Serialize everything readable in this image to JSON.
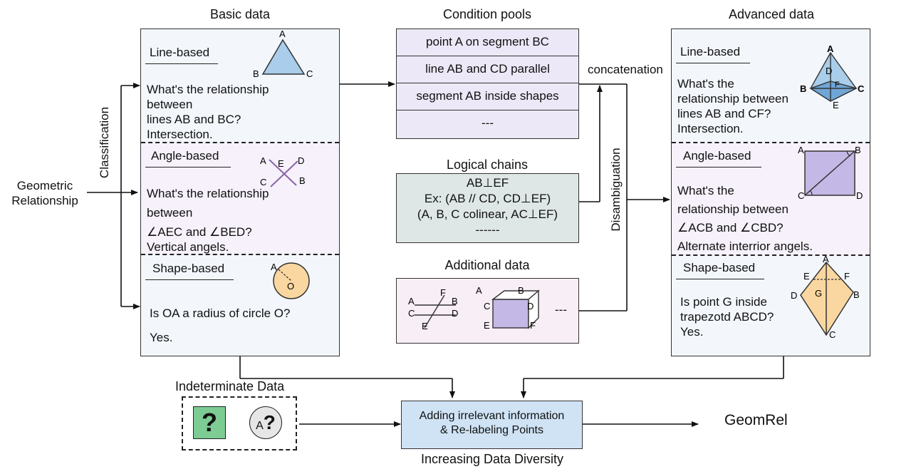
{
  "headers": {
    "basic": "Basic data",
    "pools": "Condition pools",
    "advanced": "Advanced data",
    "logical": "Logical chains",
    "additional": "Additional data"
  },
  "left": {
    "geometric": "Geometric",
    "relationship": "Relationship",
    "classification": "Classification"
  },
  "basic": {
    "line": {
      "title": "Line-based",
      "q1": "What's the relationship",
      "q2": "between",
      "q3": "lines AB and BC?",
      "a": "Intersection."
    },
    "angle": {
      "title": "Angle-based",
      "q1": "What's the relationship",
      "q2": "between",
      "q3": "∠AEC and ∠BED?",
      "a": "Vertical angels."
    },
    "shape": {
      "title": "Shape-based",
      "q": "Is OA a radius of circle O?",
      "a": "Yes."
    }
  },
  "pools": [
    "point A on segment BC",
    "line AB and CD parallel",
    "segment AB inside shapes",
    "---"
  ],
  "concatenation": "concatenation",
  "logical": [
    "AB⊥EF",
    "Ex: (AB // CD, CD⊥EF)",
    "(A, B, C colinear, AC⊥EF)",
    "------"
  ],
  "additional_dots": "---",
  "disambiguation": "Disambiguation",
  "advanced": {
    "line": {
      "title": "Line-based",
      "q1": "What's the",
      "q2": "relationship between",
      "q3": "lines AB and CF?",
      "a": "Intersection."
    },
    "angle": {
      "title": "Angle-based",
      "q1": "What's the",
      "q2": "relationship between",
      "q3": "∠ACB and ∠CBD?",
      "a": "Alternate interrior angels."
    },
    "shape": {
      "title": "Shape-based",
      "q1": "Is point G inside",
      "q2": "trapezotd ABCD?",
      "a": "Yes."
    }
  },
  "indeterminate": {
    "title": "Indeterminate Data",
    "q": "?",
    "a": "A"
  },
  "process": {
    "line1": "Adding irrelevant information",
    "line2": "& Re-labeling Points",
    "caption": "Increasing Data Diversity"
  },
  "output": "GeomRel",
  "colors": {
    "basic_bg": "#f3f7fc",
    "angle_bg": "#f6f1fa",
    "pool_bg": "#ece8f7",
    "logic_bg": "#dfe6e6",
    "add_bg": "#f8eef5",
    "triangle": "#a9cdea",
    "circle": "#fad7a0",
    "square": "#7ccc94",
    "proc_bg": "#cfe3f5",
    "purple": "#c4b8e6"
  },
  "fig_labels": {
    "tri": [
      "A",
      "B",
      "C"
    ],
    "cross": [
      "A",
      "E",
      "D",
      "C",
      "B"
    ],
    "circ": [
      "A",
      "O"
    ],
    "par": [
      "A",
      "F",
      "B",
      "C",
      "D",
      "E"
    ],
    "cube": [
      "A",
      "B",
      "C",
      "D",
      "E",
      "F"
    ],
    "pyr": [
      "A",
      "D",
      "B",
      "F",
      "C",
      "E"
    ],
    "rect": [
      "A",
      "B",
      "C",
      "D"
    ],
    "kite": [
      "A",
      "E",
      "F",
      "D",
      "G",
      "B",
      "C"
    ]
  }
}
